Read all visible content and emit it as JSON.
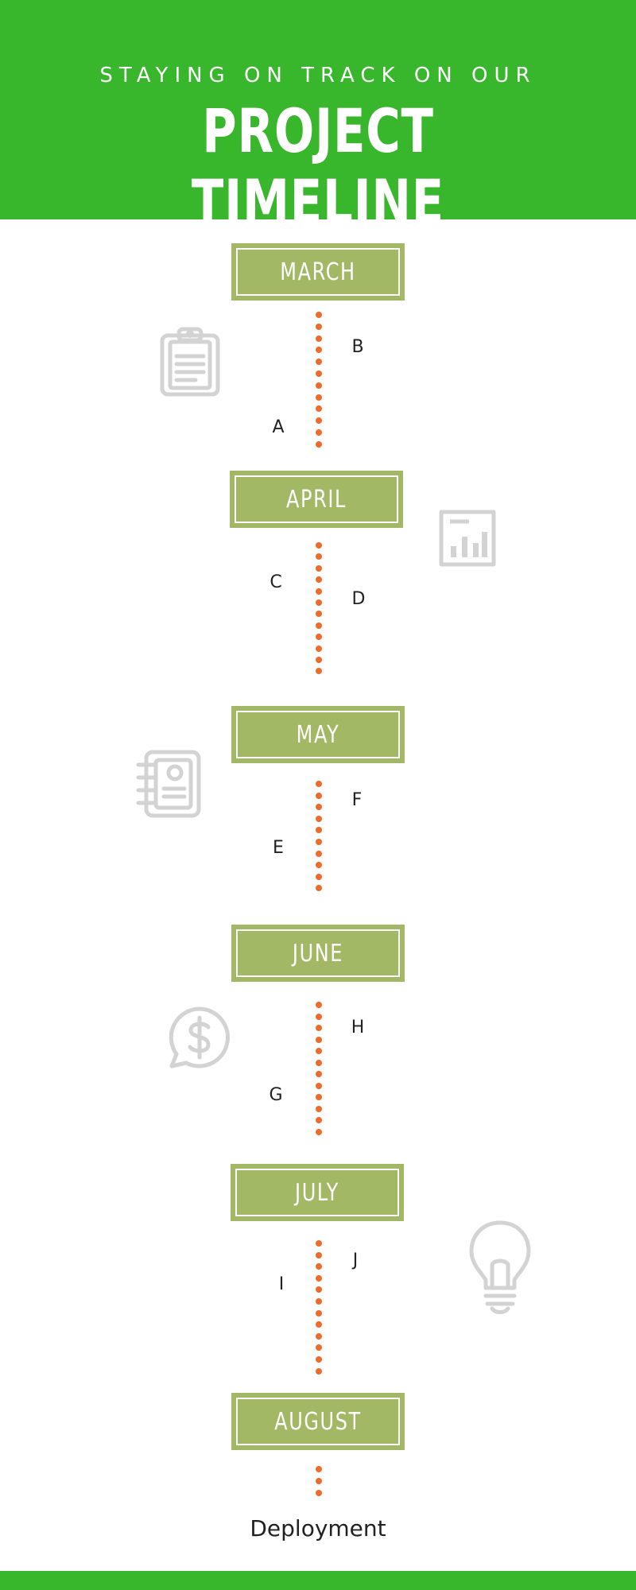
{
  "header": {
    "subtitle": "STAYING ON TRACK ON OUR",
    "title": "PROJECT TIMELINE"
  },
  "months": [
    {
      "label": "MARCH",
      "left_letter": "A",
      "right_letter": "B"
    },
    {
      "label": "APRIL",
      "left_letter": "C",
      "right_letter": "D"
    },
    {
      "label": "MAY",
      "left_letter": "E",
      "right_letter": "F"
    },
    {
      "label": "JUNE",
      "left_letter": "G",
      "right_letter": "H"
    },
    {
      "label": "JULY",
      "left_letter": "I",
      "right_letter": "J"
    },
    {
      "label": "AUGUST"
    }
  ],
  "final_step": "Deployment",
  "icons": [
    "clipboard-icon",
    "bar-chart-icon",
    "address-book-icon",
    "dollar-chat-icon",
    "lightbulb-icon"
  ],
  "colors": {
    "header_green": "#38b62c",
    "month_box": "#a2b865",
    "dots": "#ef6a2b",
    "icon_gray": "#d3d3d3"
  }
}
